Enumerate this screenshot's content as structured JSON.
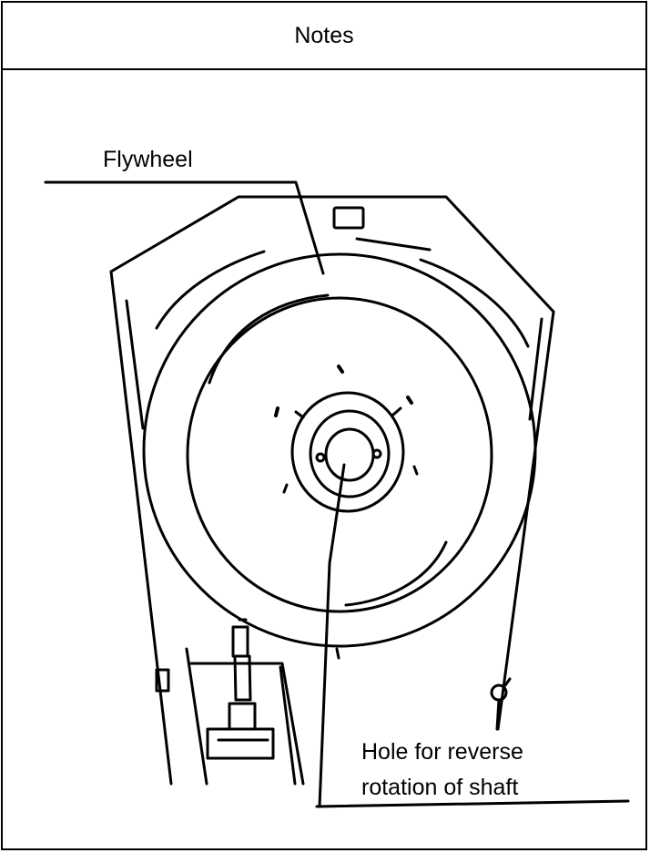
{
  "notes": {
    "title": "Notes"
  },
  "diagram": {
    "labels": {
      "flywheel": "Flywheel",
      "hole_line1": "Hole for reverse",
      "hole_line2": "rotation of shaft"
    }
  }
}
